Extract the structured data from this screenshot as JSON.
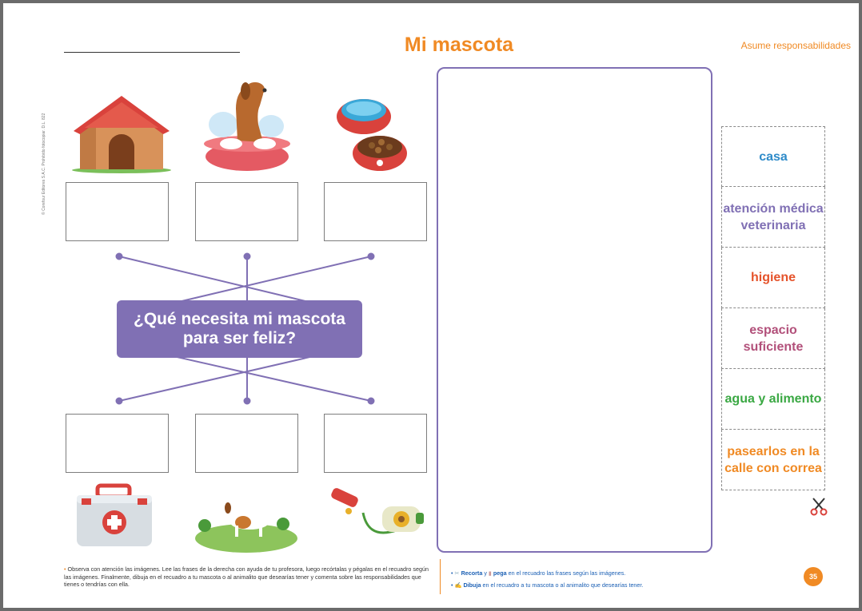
{
  "header": {
    "title": "Mi mascota",
    "topic": "Asume responsabilidades",
    "copyright": "© Corefour Editores S.A.C. Prohibido fotocopiar. D.L. 822"
  },
  "center_question": {
    "line1": "¿Qué necesita mi mascota",
    "line2": "para ser feliz?"
  },
  "images_top": [
    "dog-house-icon",
    "dog-bath-icon",
    "pet-bowls-icon"
  ],
  "images_bottom": [
    "first-aid-kit-icon",
    "dog-grass-icon",
    "leash-icon"
  ],
  "cutouts": [
    {
      "text": "casa",
      "color": "#2e8bc9"
    },
    {
      "text": "atención médica veterinaria",
      "color": "#8070b4"
    },
    {
      "text": "higiene",
      "color": "#e5532b"
    },
    {
      "text": "espacio suficiente",
      "color": "#b2507a"
    },
    {
      "text": "agua y alimento",
      "color": "#3aa843"
    },
    {
      "text": "pasearlos en la calle con correa",
      "color": "#f08a24"
    }
  ],
  "footer": {
    "left_text": "Observa con atención las imágenes. Lee las frases de la derecha con ayuda de tu profesora, luego recórtalas y pégalas en el recuadro según las imágenes. Finalmente, dibuja en el recuadro a tu mascota o al animalito que desearías tener y comenta sobre las responsabilidades que tienes o tendrías con ella.",
    "right_line1_strong1": "Recorta",
    "right_line1_mid": "y",
    "right_line1_strong2": "pega",
    "right_line1_rest": "en el recuadro las frases según las imágenes.",
    "right_line2_strong": "Dibuja",
    "right_line2_rest": "en el recuadro a tu mascota o al animalito que desearías tener.",
    "page_number": "35"
  },
  "colors": {
    "accent": "#f08a24",
    "purple": "#8070b4"
  }
}
